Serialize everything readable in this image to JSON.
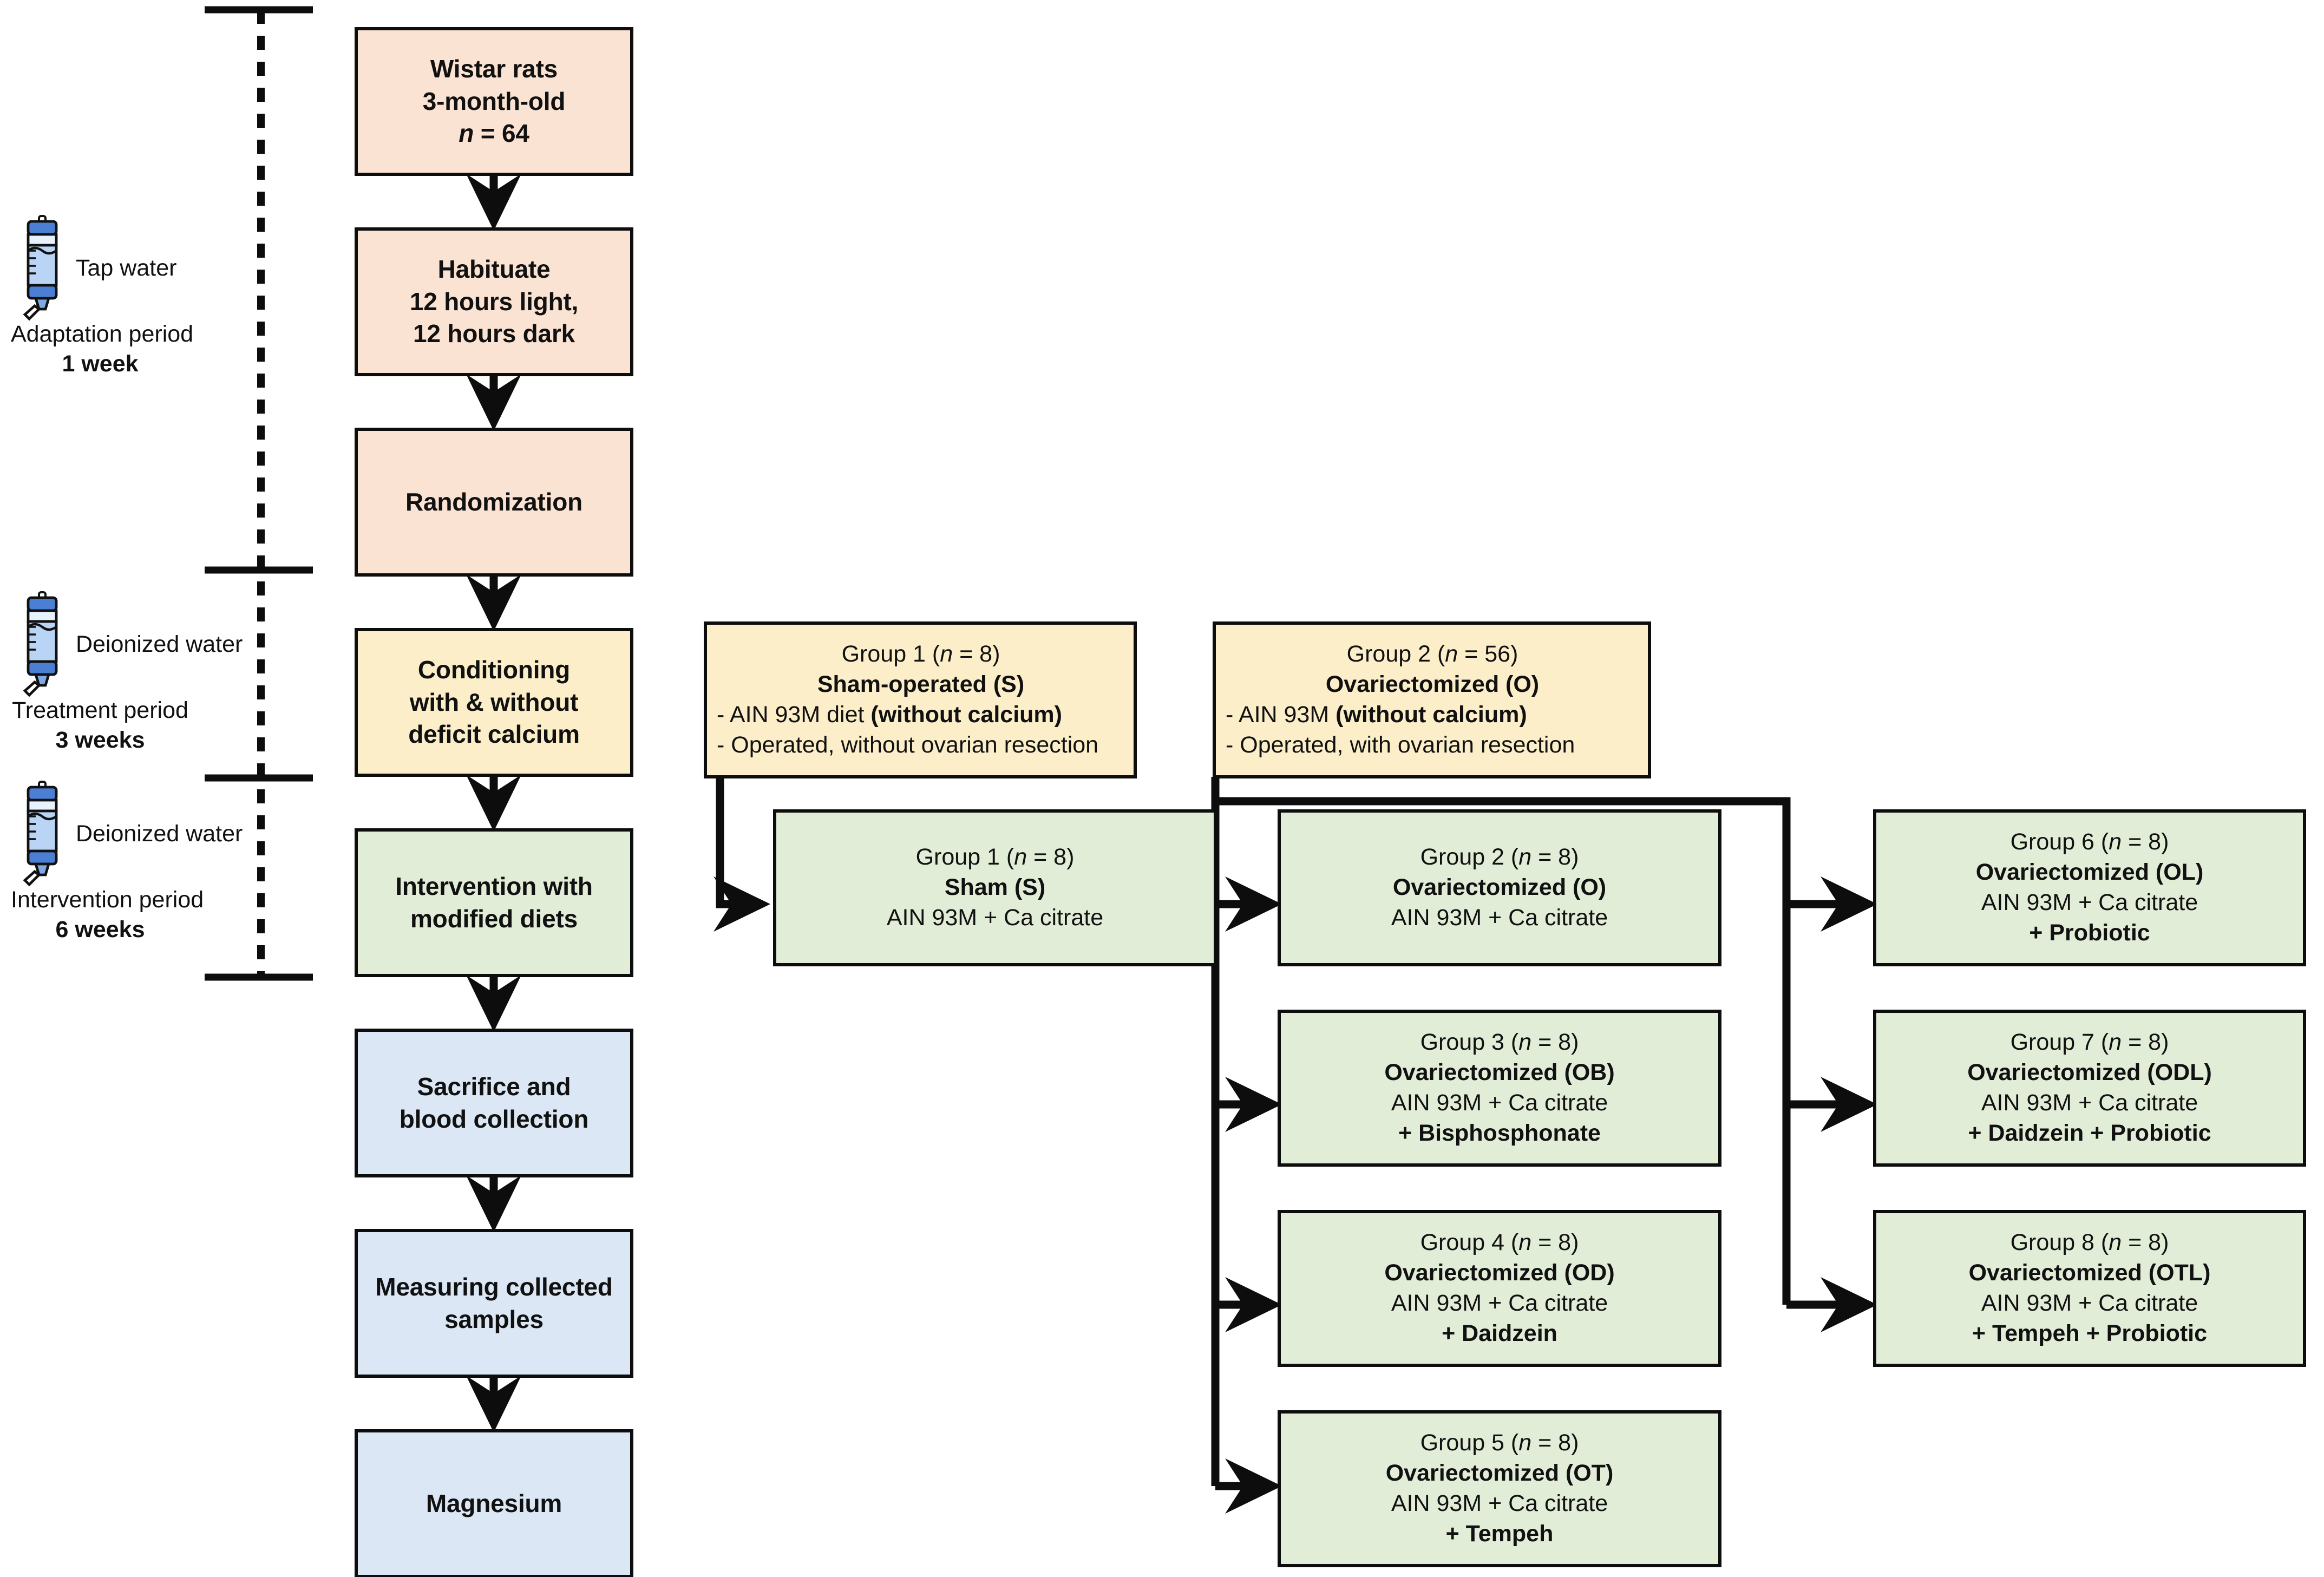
{
  "timeline": {
    "periods": [
      {
        "icon": "water-bottle-icon",
        "water": "Tap water",
        "name": "Adaptation period",
        "duration": "1 week"
      },
      {
        "icon": "water-bottle-icon",
        "water": "Deionized water",
        "name": "Treatment period",
        "duration": "3 weeks"
      },
      {
        "icon": "water-bottle-icon",
        "water": "Deionized water",
        "name": "Intervention period",
        "duration": "6 weeks"
      }
    ]
  },
  "stages": [
    {
      "id": "subjects",
      "color": "#fae3d3",
      "lines": [
        "Wistar rats",
        "3-month-old"
      ],
      "n_prefix": "n",
      "n_value": " = 64"
    },
    {
      "id": "habituate",
      "color": "#fae3d3",
      "lines": [
        "Habituate",
        "12 hours light,",
        "12 hours dark"
      ]
    },
    {
      "id": "randomization",
      "color": "#fae3d3",
      "lines": [
        "Randomization"
      ]
    },
    {
      "id": "conditioning",
      "color": "#fbeec8",
      "lines": [
        "Conditioning",
        "with & without",
        "deficit calcium"
      ]
    },
    {
      "id": "intervention",
      "color": "#e2edd8",
      "lines": [
        "Intervention with",
        "modified diets"
      ]
    },
    {
      "id": "sacrifice",
      "color": "#dbe7f4",
      "lines": [
        "Sacrifice and",
        "blood collection"
      ]
    },
    {
      "id": "measuring",
      "color": "#dbe7f4",
      "lines": [
        "Measuring collected",
        "samples"
      ]
    },
    {
      "id": "magnesium",
      "color": "#dbe7f4",
      "lines": [
        "Magnesium"
      ]
    }
  ],
  "parent_groups": [
    {
      "id": "parent-group-1",
      "color": "#fbeec8",
      "header_pre": "Group 1 (",
      "header_n": "n",
      "header_post": " = 8)",
      "title": "Sham-operated (S)",
      "bullet1_plain": "- AIN 93M diet ",
      "bullet1_bold": "(without calcium)",
      "bullet2": "- Operated, without ovarian resection"
    },
    {
      "id": "parent-group-2",
      "color": "#fbeec8",
      "header_pre": "Group 2 (",
      "header_n": "n",
      "header_post": " = 56)",
      "title": "Ovariectomized (O)",
      "bullet1_plain": "- AIN 93M ",
      "bullet1_bold": "(without calcium)",
      "bullet2": "- Operated, with ovarian resection"
    }
  ],
  "groups": [
    {
      "id": "group-1",
      "color": "#e2edd8",
      "header_pre": "Group 1 (",
      "header_n": "n",
      "header_post": " = 8)",
      "title": "Sham (S)",
      "diet": "AIN 93M + Ca citrate",
      "supplement": ""
    },
    {
      "id": "group-2",
      "color": "#e2edd8",
      "header_pre": "Group 2 (",
      "header_n": "n",
      "header_post": " = 8)",
      "title": "Ovariectomized (O)",
      "diet": "AIN 93M + Ca citrate",
      "supplement": ""
    },
    {
      "id": "group-3",
      "color": "#e2edd8",
      "header_pre": "Group 3 (",
      "header_n": "n",
      "header_post": " = 8)",
      "title": "Ovariectomized (OB)",
      "diet": "AIN 93M + Ca citrate",
      "supplement": "+ Bisphosphonate"
    },
    {
      "id": "group-4",
      "color": "#e2edd8",
      "header_pre": "Group 4 (",
      "header_n": "n",
      "header_post": " = 8)",
      "title": "Ovariectomized (OD)",
      "diet": "AIN 93M + Ca citrate",
      "supplement": "+ Daidzein"
    },
    {
      "id": "group-5",
      "color": "#e2edd8",
      "header_pre": "Group 5 (",
      "header_n": "n",
      "header_post": " = 8)",
      "title": "Ovariectomized (OT)",
      "diet": "AIN 93M + Ca citrate",
      "supplement": "+ Tempeh"
    },
    {
      "id": "group-6",
      "color": "#e2edd8",
      "header_pre": "Group 6 (",
      "header_n": "n",
      "header_post": " = 8)",
      "title": "Ovariectomized (OL)",
      "diet": "AIN 93M + Ca citrate",
      "supplement": "+ Probiotic"
    },
    {
      "id": "group-7",
      "color": "#e2edd8",
      "header_pre": "Group 7 (",
      "header_n": "n",
      "header_post": " = 8)",
      "title": "Ovariectomized (ODL)",
      "diet": "AIN 93M + Ca citrate",
      "supplement": "+ Daidzein + Probiotic"
    },
    {
      "id": "group-8",
      "color": "#e2edd8",
      "header_pre": "Group 8 (",
      "header_n": "n",
      "header_post": " = 8)",
      "title": "Ovariectomized (OTL)",
      "diet": "AIN 93M + Ca citrate",
      "supplement": "+ Tempeh + Probiotic"
    }
  ],
  "palette": {
    "peach": "#fae3d3",
    "yellow": "#fbeec8",
    "green": "#e2edd8",
    "blue": "#dbe7f4",
    "stroke": "#0d0d0d",
    "bottle_blue": "#4a7fd4",
    "bottle_light": "#b9d4f5"
  }
}
